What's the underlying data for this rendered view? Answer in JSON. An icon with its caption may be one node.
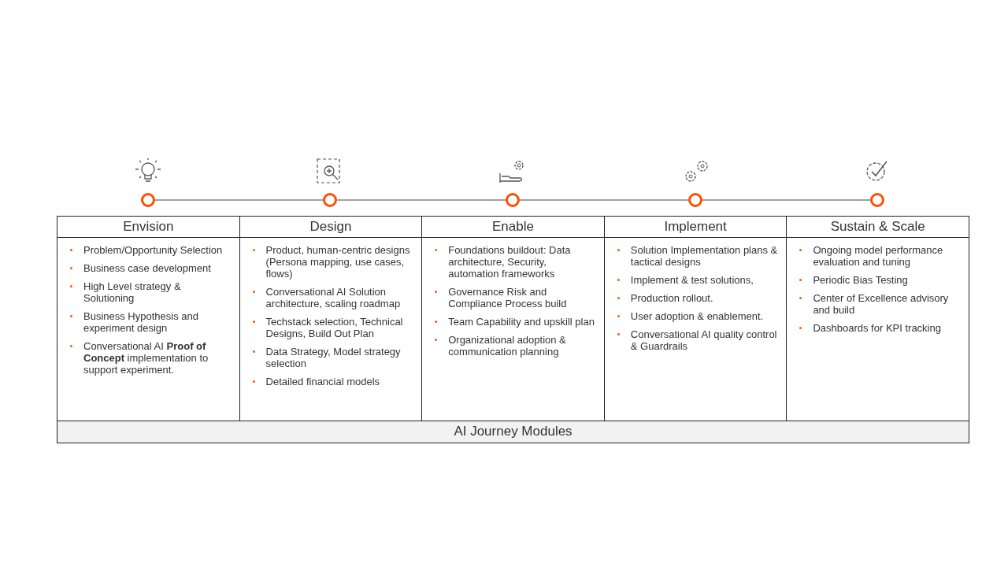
{
  "diagram": {
    "nodes": [
      {
        "text": [],
        "shape": "circle"
      },
      {
        "text": [],
        "shape": "circle"
      },
      {
        "text": [],
        "shape": "circle"
      },
      {
        "text": [],
        "shape": "circle"
      },
      {
        "text": [],
        "shape": "circle"
      },
      {
        "text": [
          "Envision",
          "Problem/Opportunity Selection",
          "Business case development",
          "High Level strategy & Solutioning",
          "Business Hypothesis and experiment design",
          "Conversational AI **Proof of Concept** implementation to support experiment."
        ]
      },
      {
        "text": [
          "Design",
          "Product, human-centric designs (Persona mapping, use cases, flows)",
          "Conversational AI Solution architecture, scaling roadmap",
          "Techstack selection, Technical Designs, Build Out Plan",
          "Data Strategy, Model strategy selection",
          "Detailed financial models"
        ]
      },
      {
        "text": [
          "Enable",
          "Foundations buildout: Data architecture, Security, automation frameworks",
          "Governance Risk and Compliance Process build",
          "Team Capability and upskill plan",
          "Organizational adoption & communication planning"
        ]
      },
      {
        "text": [
          "Implement",
          "Solution Implementation plans & tactical designs",
          "Implement & test solutions,",
          "Production rollout.",
          "User adoption & enablement.",
          "Conversational AI quality control & Guardrails"
        ]
      },
      {
        "text": [
          "Sustain & Scale",
          "Ongoing model performance evaluation and tuning",
          "Periodic Bias Testing",
          "Center of Excellence advisory and build",
          "Dashboards for KPI tracking"
        ]
      },
      {
        "text": [
          "AI Journey Modules"
        ]
      }
    ],
    "edges": [
      {
        "from": 0,
        "to": 1,
        "arrow": "none"
      },
      {
        "from": 1,
        "to": 2,
        "arrow": "none"
      },
      {
        "from": 2,
        "to": 3,
        "arrow": "none"
      },
      {
        "from": 3,
        "to": 4,
        "arrow": "none"
      }
    ]
  }
}
